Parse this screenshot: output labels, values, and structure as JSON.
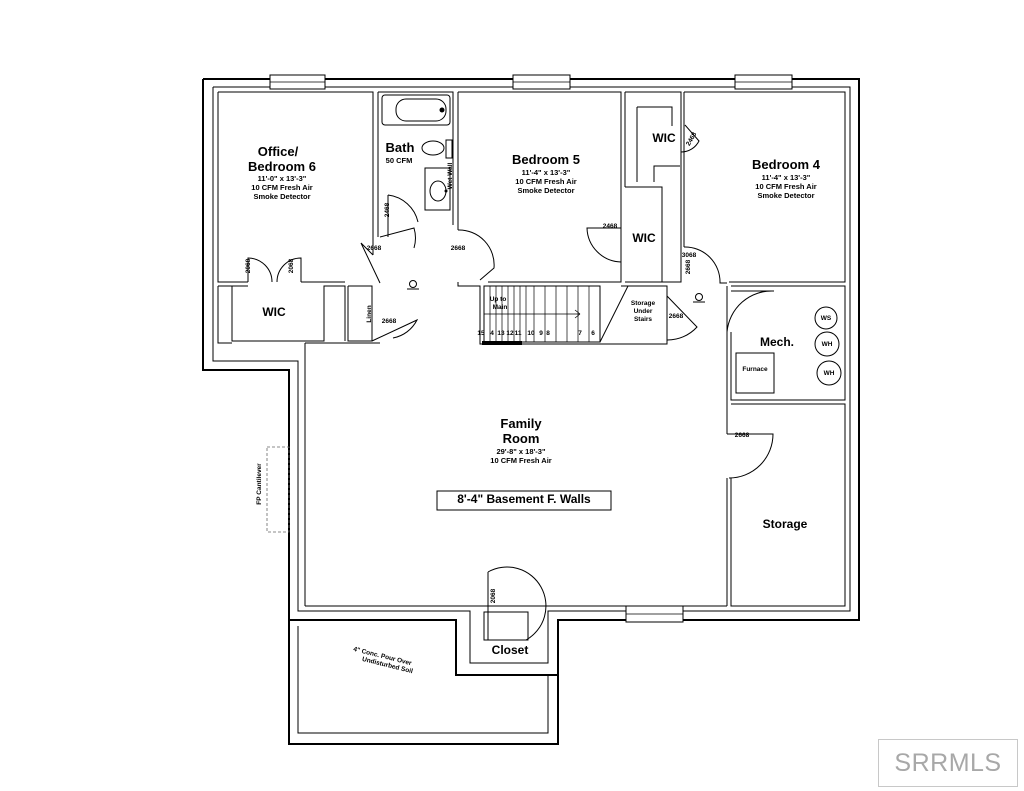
{
  "rooms": {
    "office": {
      "name_line1": "Office/",
      "name_line2": "Bedroom 6",
      "dims": "11'-0\" x 13'-3\"",
      "air": "10 CFM Fresh Air",
      "smoke": "Smoke Detector"
    },
    "bath": {
      "name": "Bath",
      "cfm": "50 CFM",
      "wall_note": "Wet Wall"
    },
    "bedroom5": {
      "name": "Bedroom 5",
      "dims": "11'-4\" x 13'-3\"",
      "air": "10 CFM Fresh Air",
      "smoke": "Smoke Detector"
    },
    "bedroom4": {
      "name": "Bedroom 4",
      "dims": "11'-4\" x 13'-3\"",
      "air": "10 CFM Fresh Air",
      "smoke": "Smoke Detector"
    },
    "wic_office": {
      "name": "WIC"
    },
    "wic_b5": {
      "name": "WIC"
    },
    "wic_b4": {
      "name": "WIC"
    },
    "linen": {
      "name": "Linen"
    },
    "mech": {
      "name": "Mech.",
      "furnace": "Furnace",
      "ws": "WS",
      "wh1": "WH",
      "wh2": "WH"
    },
    "storage_under": {
      "line1": "Storage",
      "line2": "Under",
      "line3": "Stairs"
    },
    "family": {
      "name_line1": "Family",
      "name_line2": "Room",
      "dims": "29'-8\" x 18'-3\"",
      "air": "10 CFM Fresh Air"
    },
    "storage": {
      "name": "Storage"
    },
    "closet": {
      "name": "Closet"
    }
  },
  "stairs": {
    "label_line1": "Up to",
    "label_line2": "Main",
    "steps": [
      "15",
      "4",
      "13",
      "12",
      "11",
      "10",
      "9",
      "8",
      "7",
      "6"
    ]
  },
  "doors": {
    "office_wic_left": "2068",
    "office_wic_right": "2068",
    "office_entry": "2668",
    "bath_door": "2468",
    "hall_b5": "2668",
    "linen_door": "2668",
    "b5_wic": "2468",
    "b4_wic": "2468",
    "b4_entry": "3068",
    "storage_under": "2668",
    "mech": "2668",
    "storage": "2668",
    "closet": "2068"
  },
  "notes": {
    "walls": "8'-4\" Basement F. Walls",
    "cantilever": "FP Cantilever",
    "pour_line1": "4\" Conc. Pour Over",
    "pour_line2": "Undisturbed Soil"
  },
  "watermark": "SRRMLS"
}
